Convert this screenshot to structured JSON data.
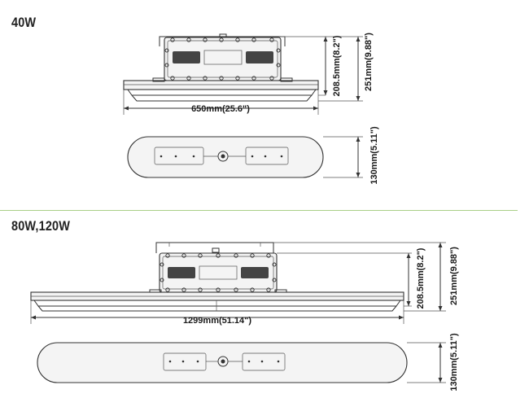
{
  "sections": [
    {
      "title": "40W",
      "width_label": "650mm(25.6\")",
      "body_height_label": "208.5mm(8.2\")",
      "total_height_label": "251mm(9.88\")",
      "depth_label": "130mm(5.11\")"
    },
    {
      "title": "80W,120W",
      "width_label": "1299mm(51.14\")",
      "body_height_label": "208.5mm(8.2\")",
      "total_height_label": "251mm(9.88\")",
      "depth_label": "130mm(5.11\")"
    }
  ],
  "colors": {
    "divider": "#a9cf87",
    "line": "#333333"
  }
}
